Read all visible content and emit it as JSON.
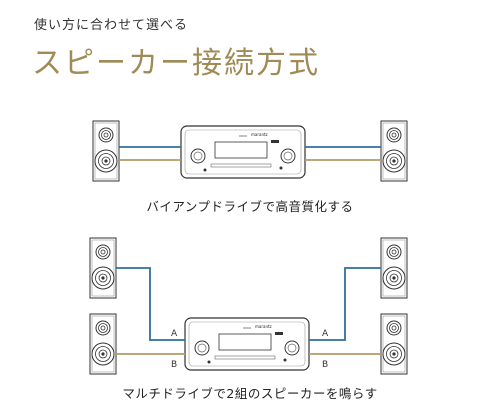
{
  "header": {
    "subtitle": "使い方に合わせて選べる",
    "title": "スピーカー接続方式"
  },
  "diagram_top": {
    "caption": "バイアンプドライブで高音質化する",
    "amp_brand": "marantz"
  },
  "diagram_bottom": {
    "caption": "マルチドライブで2組のスピーカーを鳴らす",
    "amp_brand": "marantz",
    "label_a": "A",
    "label_b": "B"
  },
  "colors": {
    "title": "#a08a55",
    "wire_blue": "#2f6f9f",
    "wire_tan": "#b59a6a",
    "device_stroke": "#333333"
  }
}
